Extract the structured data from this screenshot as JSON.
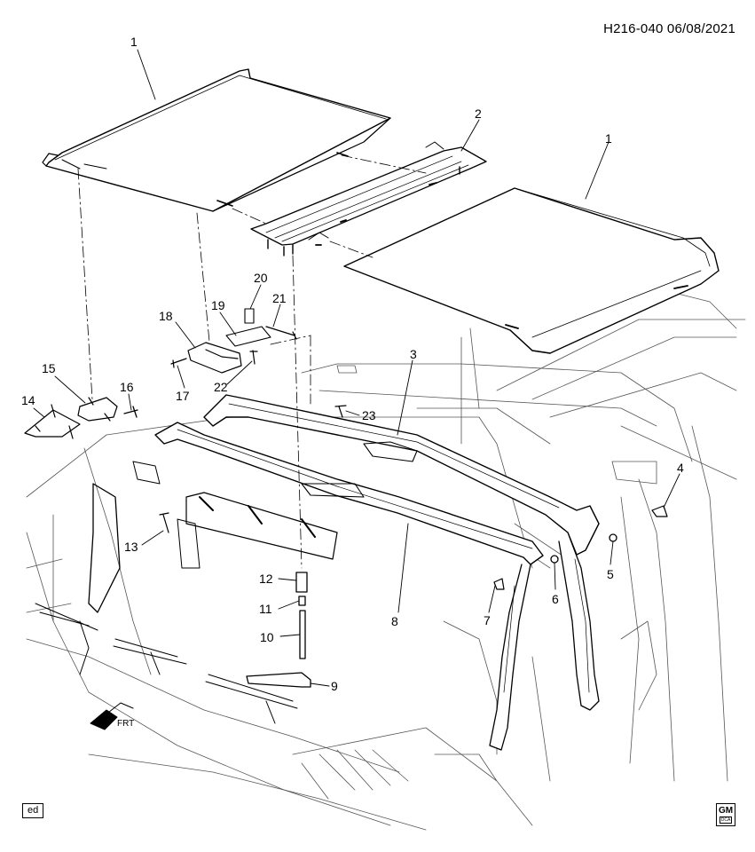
{
  "header": {
    "code": "H216-040  06/08/2021"
  },
  "footer": {
    "box_text": "ed",
    "logo_main": "GM",
    "logo_sub": "DCA"
  },
  "frt_label": "FRT",
  "callouts": [
    "1",
    "1",
    "2",
    "3",
    "4",
    "5",
    "6",
    "7",
    "8",
    "9",
    "10",
    "11",
    "12",
    "13",
    "14",
    "15",
    "16",
    "17",
    "18",
    "19",
    "20",
    "21",
    "22",
    "23"
  ],
  "colors": {
    "line": "#000000",
    "shade": "#e6e6e6",
    "background": "#ffffff"
  }
}
